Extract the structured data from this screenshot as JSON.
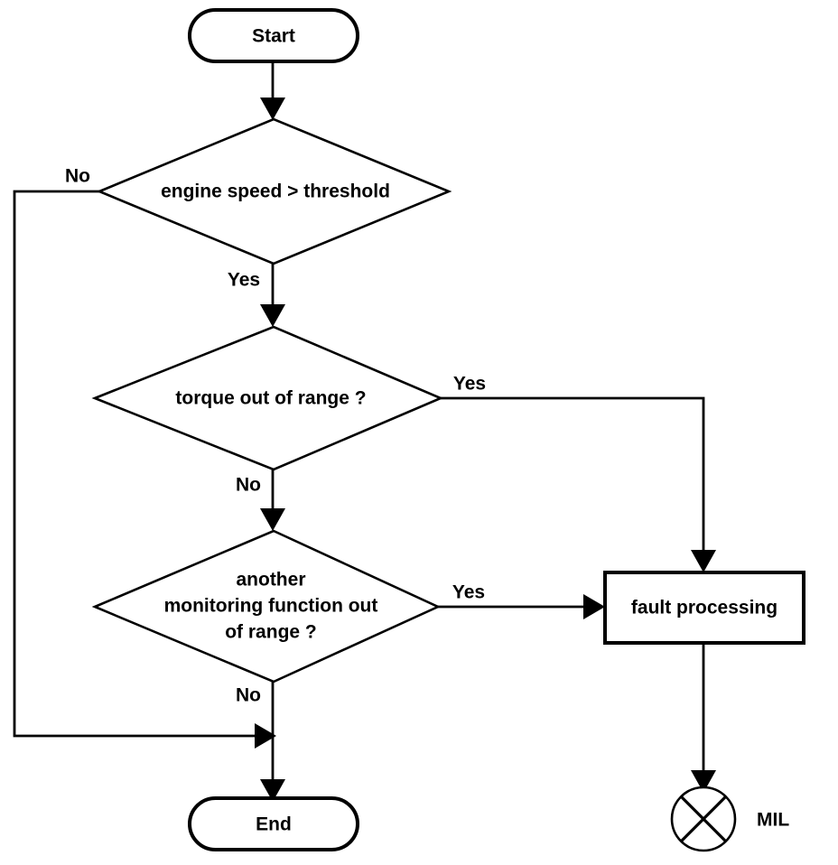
{
  "diagram": {
    "title": "Engine monitoring fault detection flowchart",
    "type": "flowchart",
    "background_color": "#ffffff",
    "line_color": "#000000",
    "nodes": {
      "start": {
        "label": "Start",
        "shape": "terminator"
      },
      "decision_engine_speed": {
        "label": "engine speed > threshold",
        "shape": "decision"
      },
      "decision_torque": {
        "label": "torque out of range ?",
        "shape": "decision"
      },
      "decision_other_line1": {
        "label": "another",
        "shape": "decision"
      },
      "decision_other_line2": {
        "label": "monitoring function out",
        "shape": "decision"
      },
      "decision_other_line3": {
        "label": "of range ?",
        "shape": "decision"
      },
      "fault_processing": {
        "label": "fault processing",
        "shape": "process"
      },
      "end": {
        "label": "End",
        "shape": "terminator"
      },
      "mil": {
        "label": "MIL",
        "shape": "lamp-circle-x"
      }
    },
    "edge_labels": {
      "engine_speed_no": "No",
      "engine_speed_yes": "Yes",
      "torque_yes": "Yes",
      "torque_no": "No",
      "other_yes": "Yes",
      "other_no": "No"
    }
  }
}
